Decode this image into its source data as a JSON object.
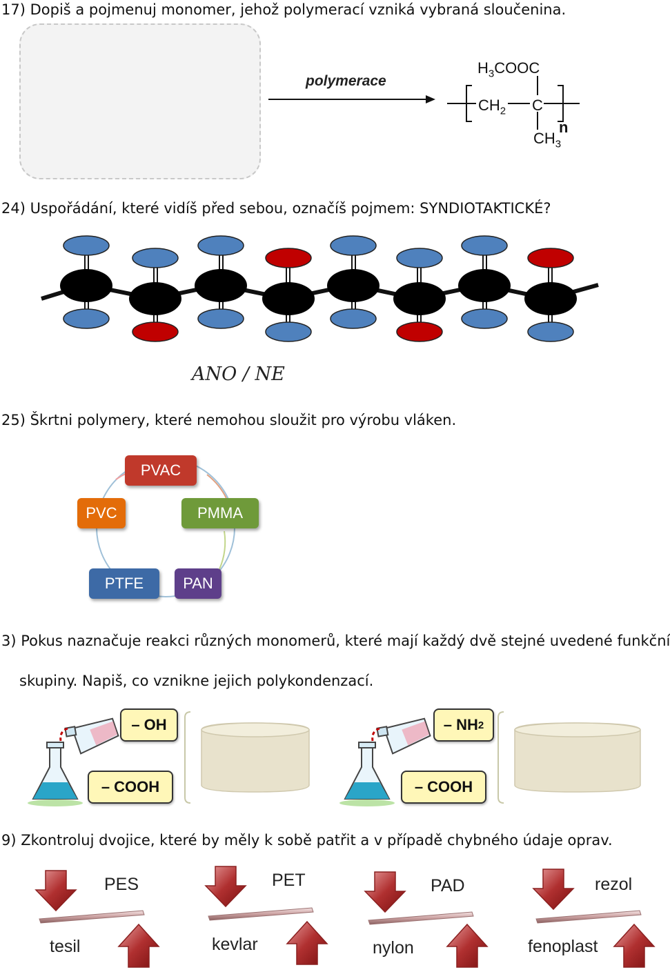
{
  "q17": {
    "title": "17) Dopiš a pojmenuj monomer, jehož polymerací vzniká vybraná sloučenina.",
    "reaction_label": "polymerace",
    "formula": {
      "top_group": "H3COOC",
      "ch2": "CH2",
      "c": "C",
      "bottom_group": "CH3",
      "n": "n"
    }
  },
  "q24": {
    "title": "24) Uspořádání, které vidíš před sebou, označíš pojmem: SYNDIOTAKTICKÉ?",
    "answer": "ANO / NE",
    "colors": {
      "blue": "#4f81bd",
      "red": "#c00000",
      "black": "#000000"
    }
  },
  "q25": {
    "title": "25) Škrtni polymery, které nemohou sloužit pro výrobu vláken.",
    "polymers": [
      {
        "label": "PVAC",
        "color": "#c0392b"
      },
      {
        "label": "PMMA",
        "color": "#6f9a3a"
      },
      {
        "label": "PAN",
        "color": "#5e3f8a"
      },
      {
        "label": "PTFE",
        "color": "#3d6aa6"
      },
      {
        "label": "PVC",
        "color": "#e36c09"
      }
    ]
  },
  "q3": {
    "title_line1": "3) Pokus naznačuje reakci různých monomerů, které mají každý dvě stejné uvedené funkční",
    "title_line2": "skupiny. Napiš, co vznikne jejich polykondenzací.",
    "left": {
      "top_group": "– OH",
      "bottom_group": "– COOH"
    },
    "right": {
      "top_group": "– NH",
      "top_sub": "2",
      "bottom_group": "– COOH"
    }
  },
  "q9": {
    "title": "9) Zkontroluj dvojice, které by měly k sobě patřit a v případě chybného údaje oprav.",
    "pairs": [
      {
        "top": "PES",
        "bottom": "tesil"
      },
      {
        "top": "PET",
        "bottom": "kevlar"
      },
      {
        "top": "PAD",
        "bottom": "nylon"
      },
      {
        "top": "rezol",
        "bottom": "fenoplast"
      }
    ]
  }
}
